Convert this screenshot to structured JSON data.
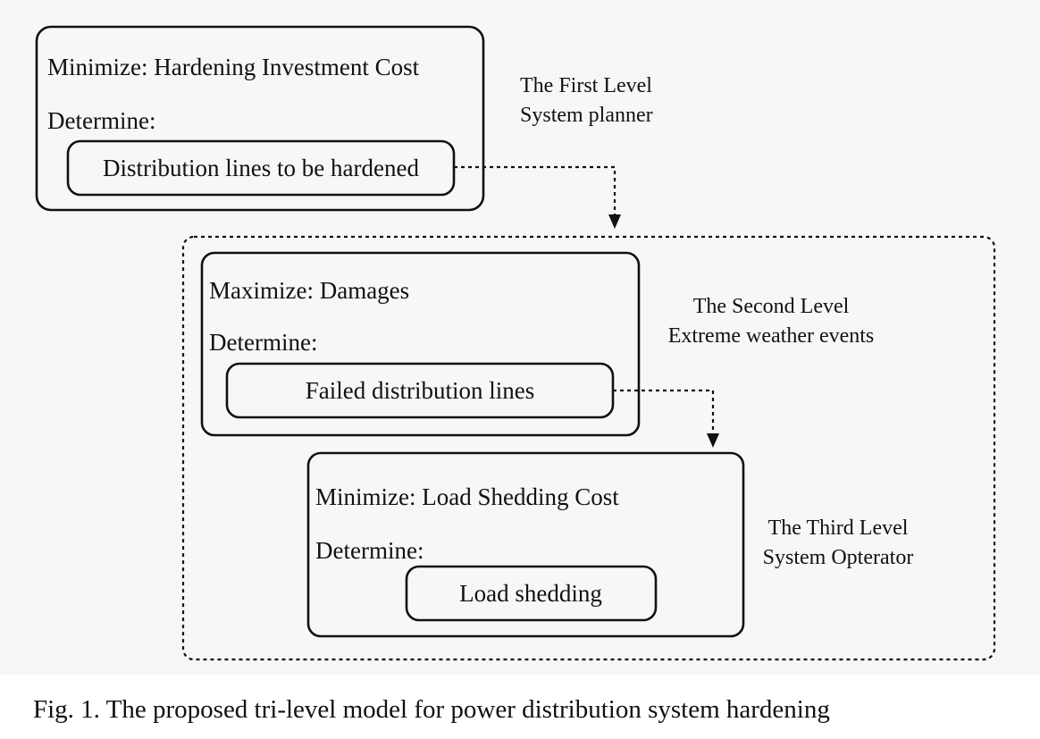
{
  "levels": [
    {
      "objective": "Minimize: Hardening Investment Cost",
      "determine": "Determine:",
      "decision": "Distribution lines to be hardened",
      "side_label_line1": "The First Level",
      "side_label_line2": "System planner"
    },
    {
      "objective": "Maximize: Damages",
      "determine": "Determine:",
      "decision": "Failed distribution lines",
      "side_label_line1": "The Second Level",
      "side_label_line2": "Extreme weather events"
    },
    {
      "objective": "Minimize: Load Shedding Cost",
      "determine": "Determine:",
      "decision": "Load shedding",
      "side_label_line1": "The Third Level",
      "side_label_line2": "System Opterator"
    }
  ],
  "caption": "Fig. 1.  The proposed tri-level model for power distribution system hardening",
  "colors": {
    "stroke": "#111111",
    "background": "#f7f7f7",
    "page": "#ffffff"
  }
}
